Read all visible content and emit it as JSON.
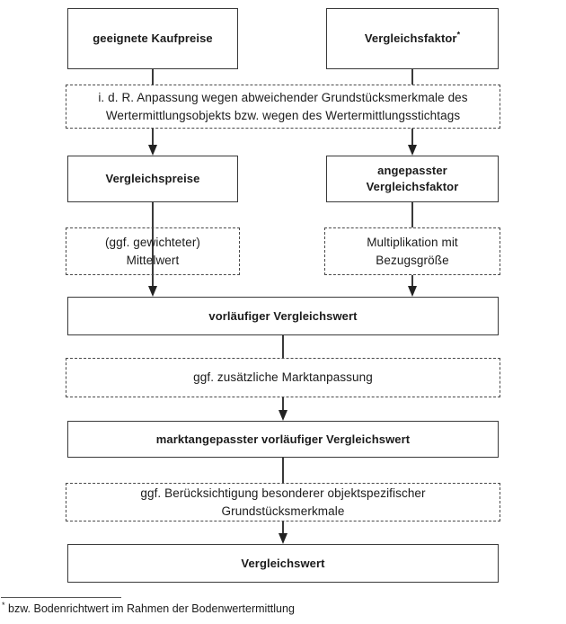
{
  "diagram": {
    "title_semantic": "Ablaufschema Vergleichswertverfahren",
    "nodes": {
      "geeignete_kaufpreise": {
        "label": "geeignete Kaufpreise"
      },
      "vergleichsfaktor": {
        "label": "Vergleichsfaktor",
        "marker": "*"
      },
      "anpassung": {
        "line1": "i. d. R. Anpassung wegen abweichender Grundstücksmerkmale des",
        "line2": "Wertermittlungsobjekts bzw. wegen des Wertermittlungsstichtags"
      },
      "vergleichspreise": {
        "label": "Vergleichspreise"
      },
      "angepasster_vergleichsfaktor": {
        "line1": "angepasster",
        "line2": "Vergleichsfaktor"
      },
      "mittelwert": {
        "line1": "(ggf. gewichteter)",
        "line2": "Mittelwert"
      },
      "multiplikation": {
        "line1": "Multiplikation mit",
        "line2": "Bezugsgröße"
      },
      "vorlaeufiger_vergleichswert": {
        "label": "vorläufiger Vergleichswert"
      },
      "marktanpassung": {
        "label": "ggf. zusätzliche Marktanpassung"
      },
      "marktangepasster_vergleichswert": {
        "label": "marktangepasster vorläufiger Vergleichswert"
      },
      "objektspezifische_merkmale": {
        "line1": "ggf. Berücksichtigung besonderer objektspezifischer",
        "line2": "Grundstücksmerkmale"
      },
      "vergleichswert": {
        "label": "Vergleichswert"
      }
    },
    "footnote": {
      "marker": "*",
      "text": "bzw. Bodenrichtwert im Rahmen der Bodenwertermittlung"
    },
    "colors": {
      "background": "#ffffff",
      "box_border": "#3a3a3a",
      "dashed_border": "#4a4a4a",
      "text": "#1b1b1b",
      "arrow": "#222222"
    }
  }
}
